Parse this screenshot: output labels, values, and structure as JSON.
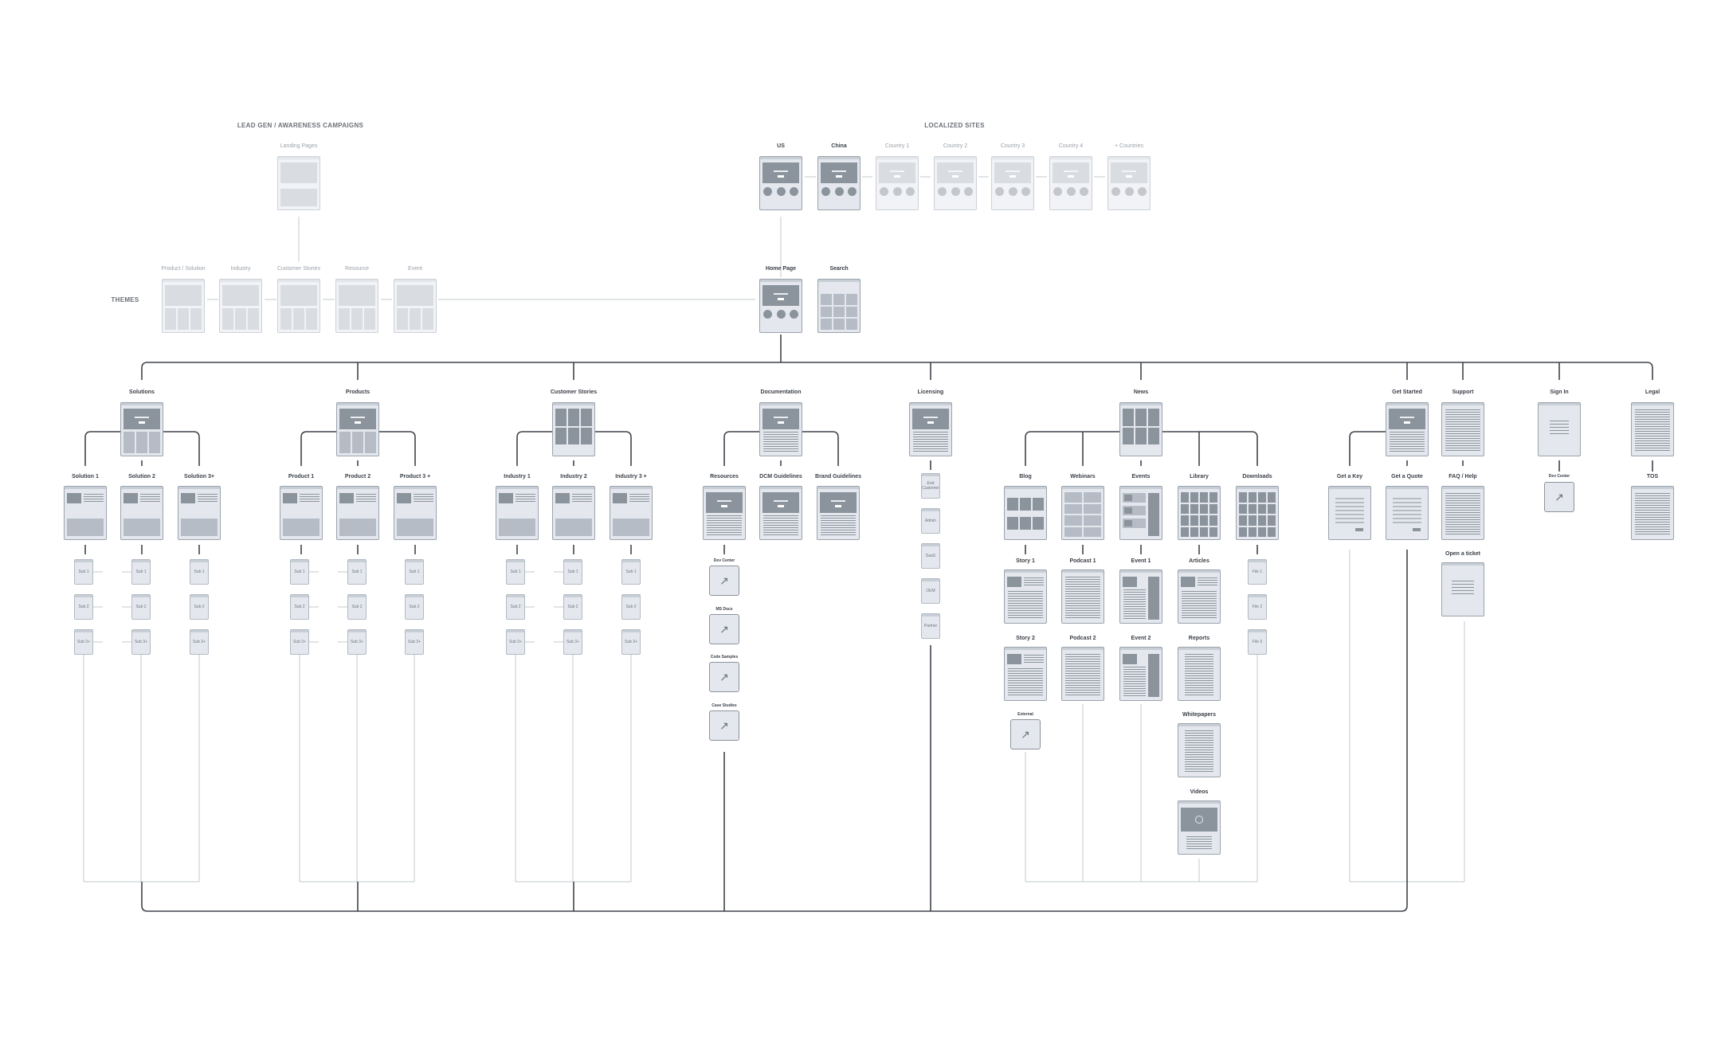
{
  "sections": {
    "lead_gen": "LEAD GEN / AWARENESS CAMPAIGNS",
    "localized": "LOCALIZED SITES",
    "themes": "THEMES"
  },
  "lead_gen": {
    "landing_pages": "Landing Pages"
  },
  "locales": [
    "US",
    "China",
    "Country 1",
    "Country 2",
    "Country 3",
    "Country 4",
    "+ Countries"
  ],
  "themes": [
    "Product / Solution",
    "Industry",
    "Customer Stories",
    "Resource",
    "Event"
  ],
  "core": {
    "home": "Home Page",
    "search": "Search"
  },
  "sections_nav": {
    "solutions": "Solutions",
    "products": "Products",
    "customer_stories": "Customer Stories",
    "documentation": "Documentation",
    "licensing": "Licensing",
    "news": "News",
    "get_started": "Get Started",
    "support": "Support",
    "sign_in": "Sign In",
    "legal": "Legal"
  },
  "children": {
    "solutions": [
      "Solution 1",
      "Solution 2",
      "Solution 3+"
    ],
    "products": [
      "Product 1",
      "Product 2",
      "Product 3 +"
    ],
    "industries": [
      "Industry 1",
      "Industry 2",
      "Industry 3 +"
    ],
    "documentation": [
      "Resources",
      "DCM Guidelines",
      "Brand Guidelines"
    ],
    "news": [
      "Blog",
      "Webinars",
      "Events",
      "Library",
      "Downloads"
    ],
    "get_started": [
      "Get a Key",
      "Get a Quote"
    ],
    "support": [
      "FAQ / Help",
      "Open a ticket"
    ],
    "sign_in": [
      "Dev Center"
    ],
    "legal": [
      "TOS"
    ]
  },
  "sub_pages": [
    "Sub 1",
    "Sub 2",
    "Sub 3+"
  ],
  "resources_links": [
    "Dev Center",
    "MS Docs",
    "Code Samples",
    "Case Studies"
  ],
  "licensing_items": [
    "End Customer",
    "Admin",
    "SaaS",
    "OEM",
    "Partner"
  ],
  "blog_items": [
    "Story 1",
    "Story 2",
    "External"
  ],
  "webinar_items": [
    "Podcast 1",
    "Podcast 2"
  ],
  "event_items": [
    "Event 1",
    "Event 2"
  ],
  "library_items": [
    "Articles",
    "Reports",
    "Whitepapers",
    "Videos"
  ],
  "download_items": [
    "File 1",
    "File 2",
    "File 3"
  ],
  "icons": {
    "external": "external-link-arrow-icon",
    "play": "play-icon"
  },
  "colors": {
    "connector": "#3f444b",
    "thin_connector": "#c3c8ce",
    "wireframe_fill": "#e4e8ee",
    "wireframe_block": "#8b939c"
  }
}
